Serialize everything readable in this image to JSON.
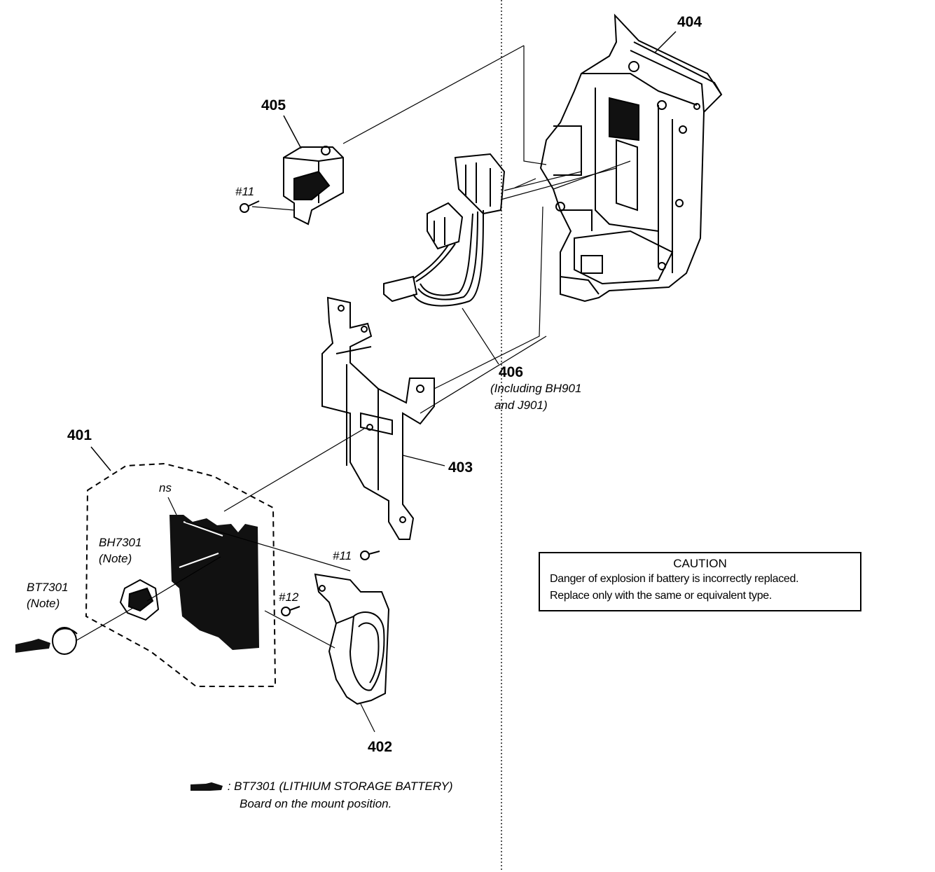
{
  "parts": {
    "p401": "401",
    "p402": "402",
    "p403": "403",
    "p404": "404",
    "p405": "405",
    "p406": "406"
  },
  "part406_note": {
    "line1": "(Including BH901",
    "line2": "and J901)"
  },
  "screws": {
    "s11_top": "#11",
    "s11_mid": "#11",
    "s12": "#12"
  },
  "components": {
    "ns": "ns",
    "bh7301": "BH7301",
    "bh7301_note": "(Note)",
    "bt7301": "BT7301",
    "bt7301_note": "(Note)"
  },
  "caution": {
    "title": "CAUTION",
    "line1": "Danger of explosion if battery is incorrectly replaced.",
    "line2": "Replace only with the same or equivalent type."
  },
  "footnote": {
    "line1": ": BT7301 (LITHIUM STORAGE BATTERY)",
    "line2": "Board on the mount position."
  }
}
